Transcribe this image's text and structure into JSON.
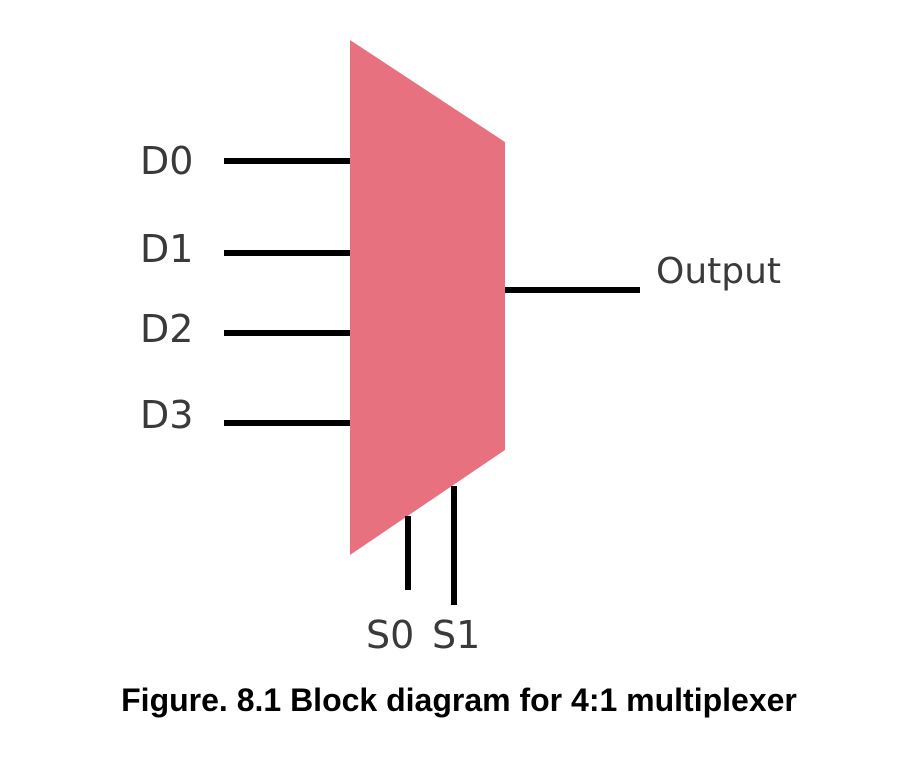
{
  "diagram": {
    "block_color": "#e8717f",
    "wire_color": "#000000",
    "inputs": [
      "D0",
      "D1",
      "D2",
      "D3"
    ],
    "selects": [
      "S0",
      "S1"
    ],
    "output": "Output"
  },
  "caption": "Figure. 8.1 Block diagram for 4:1 multiplexer"
}
